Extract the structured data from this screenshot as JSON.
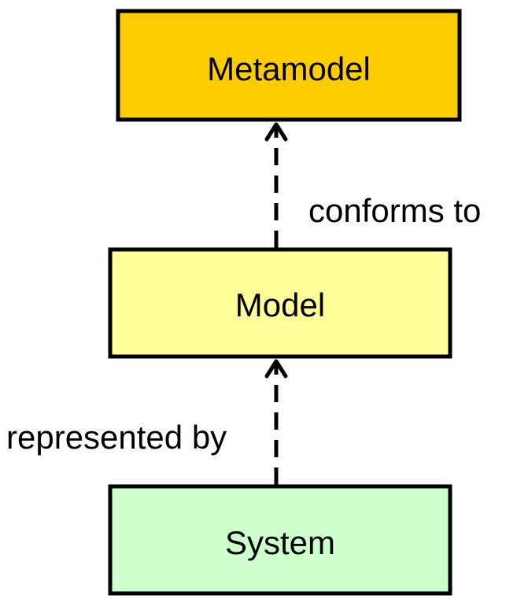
{
  "nodes": {
    "metamodel": {
      "label": "Metamodel",
      "fill": "#ffcc00"
    },
    "model": {
      "label": "Model",
      "fill": "#ffff99"
    },
    "system": {
      "label": "System",
      "fill": "#ccffcc"
    }
  },
  "edges": {
    "model_to_metamodel": {
      "label": "conforms to",
      "style": "dashed-arrow"
    },
    "system_to_model": {
      "label": "represented by",
      "style": "dashed-arrow"
    }
  }
}
